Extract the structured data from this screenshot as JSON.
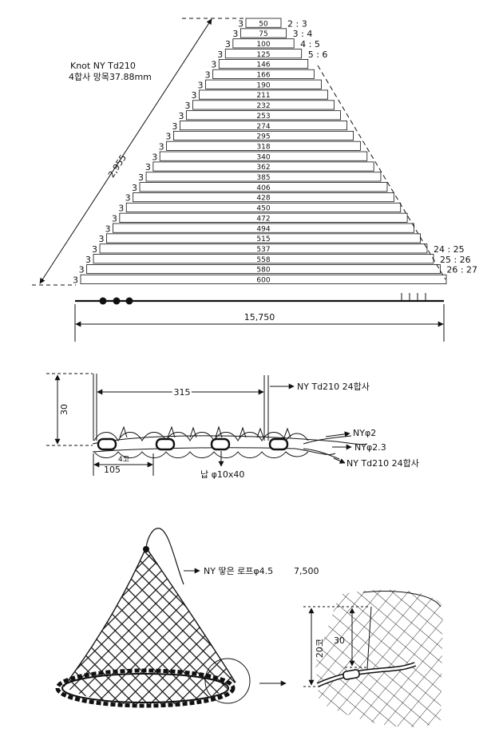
{
  "net_spec": {
    "line1": "Knot NY Td210",
    "line2": "4합사 망목37.88mm"
  },
  "slant_length": "2,955",
  "rows": [
    {
      "value": "50",
      "count": "3",
      "ratio": "2 : 3"
    },
    {
      "value": "75",
      "count": "3",
      "ratio": "3 : 4"
    },
    {
      "value": "100",
      "count": "3",
      "ratio": "4 : 5"
    },
    {
      "value": "125",
      "count": "3",
      "ratio": "5 : 6"
    },
    {
      "value": "146",
      "count": "3",
      "ratio": ""
    },
    {
      "value": "166",
      "count": "3",
      "ratio": ""
    },
    {
      "value": "190",
      "count": "3",
      "ratio": ""
    },
    {
      "value": "211",
      "count": "3",
      "ratio": ""
    },
    {
      "value": "232",
      "count": "3",
      "ratio": ""
    },
    {
      "value": "253",
      "count": "3",
      "ratio": ""
    },
    {
      "value": "274",
      "count": "3",
      "ratio": ""
    },
    {
      "value": "295",
      "count": "3",
      "ratio": ""
    },
    {
      "value": "318",
      "count": "3",
      "ratio": ""
    },
    {
      "value": "340",
      "count": "3",
      "ratio": ""
    },
    {
      "value": "362",
      "count": "3",
      "ratio": ""
    },
    {
      "value": "385",
      "count": "3",
      "ratio": ""
    },
    {
      "value": "406",
      "count": "3",
      "ratio": ""
    },
    {
      "value": "428",
      "count": "3",
      "ratio": ""
    },
    {
      "value": "450",
      "count": "3",
      "ratio": ""
    },
    {
      "value": "472",
      "count": "3",
      "ratio": ""
    },
    {
      "value": "494",
      "count": "3",
      "ratio": ""
    },
    {
      "value": "515",
      "count": "3",
      "ratio": ""
    },
    {
      "value": "537",
      "count": "3",
      "ratio": "24 : 25"
    },
    {
      "value": "558",
      "count": "3",
      "ratio": "25 : 26"
    },
    {
      "value": "580",
      "count": "3",
      "ratio": "26 : 27"
    },
    {
      "value": "600",
      "count": "3",
      "ratio": ""
    }
  ],
  "bottom_width": "15,750",
  "detail": {
    "height": "30",
    "spacing": "315",
    "twine": "NY Td210 24합사",
    "rope_top": "NYφ2",
    "rope_mid": "NYφ2.3",
    "rope_bottom": "NY Td210 24합사",
    "mesh_count": "4코",
    "pitch": "105",
    "sinker": "납 φ10x40"
  },
  "cast_net": {
    "hand_rope": "NY 땋은 로프φ4.5",
    "hand_rope_length": "7,500",
    "pocket_mesh": "20코",
    "pocket_height": "30"
  },
  "colors": {
    "ink": "#111111",
    "paper": "#ffffff"
  }
}
